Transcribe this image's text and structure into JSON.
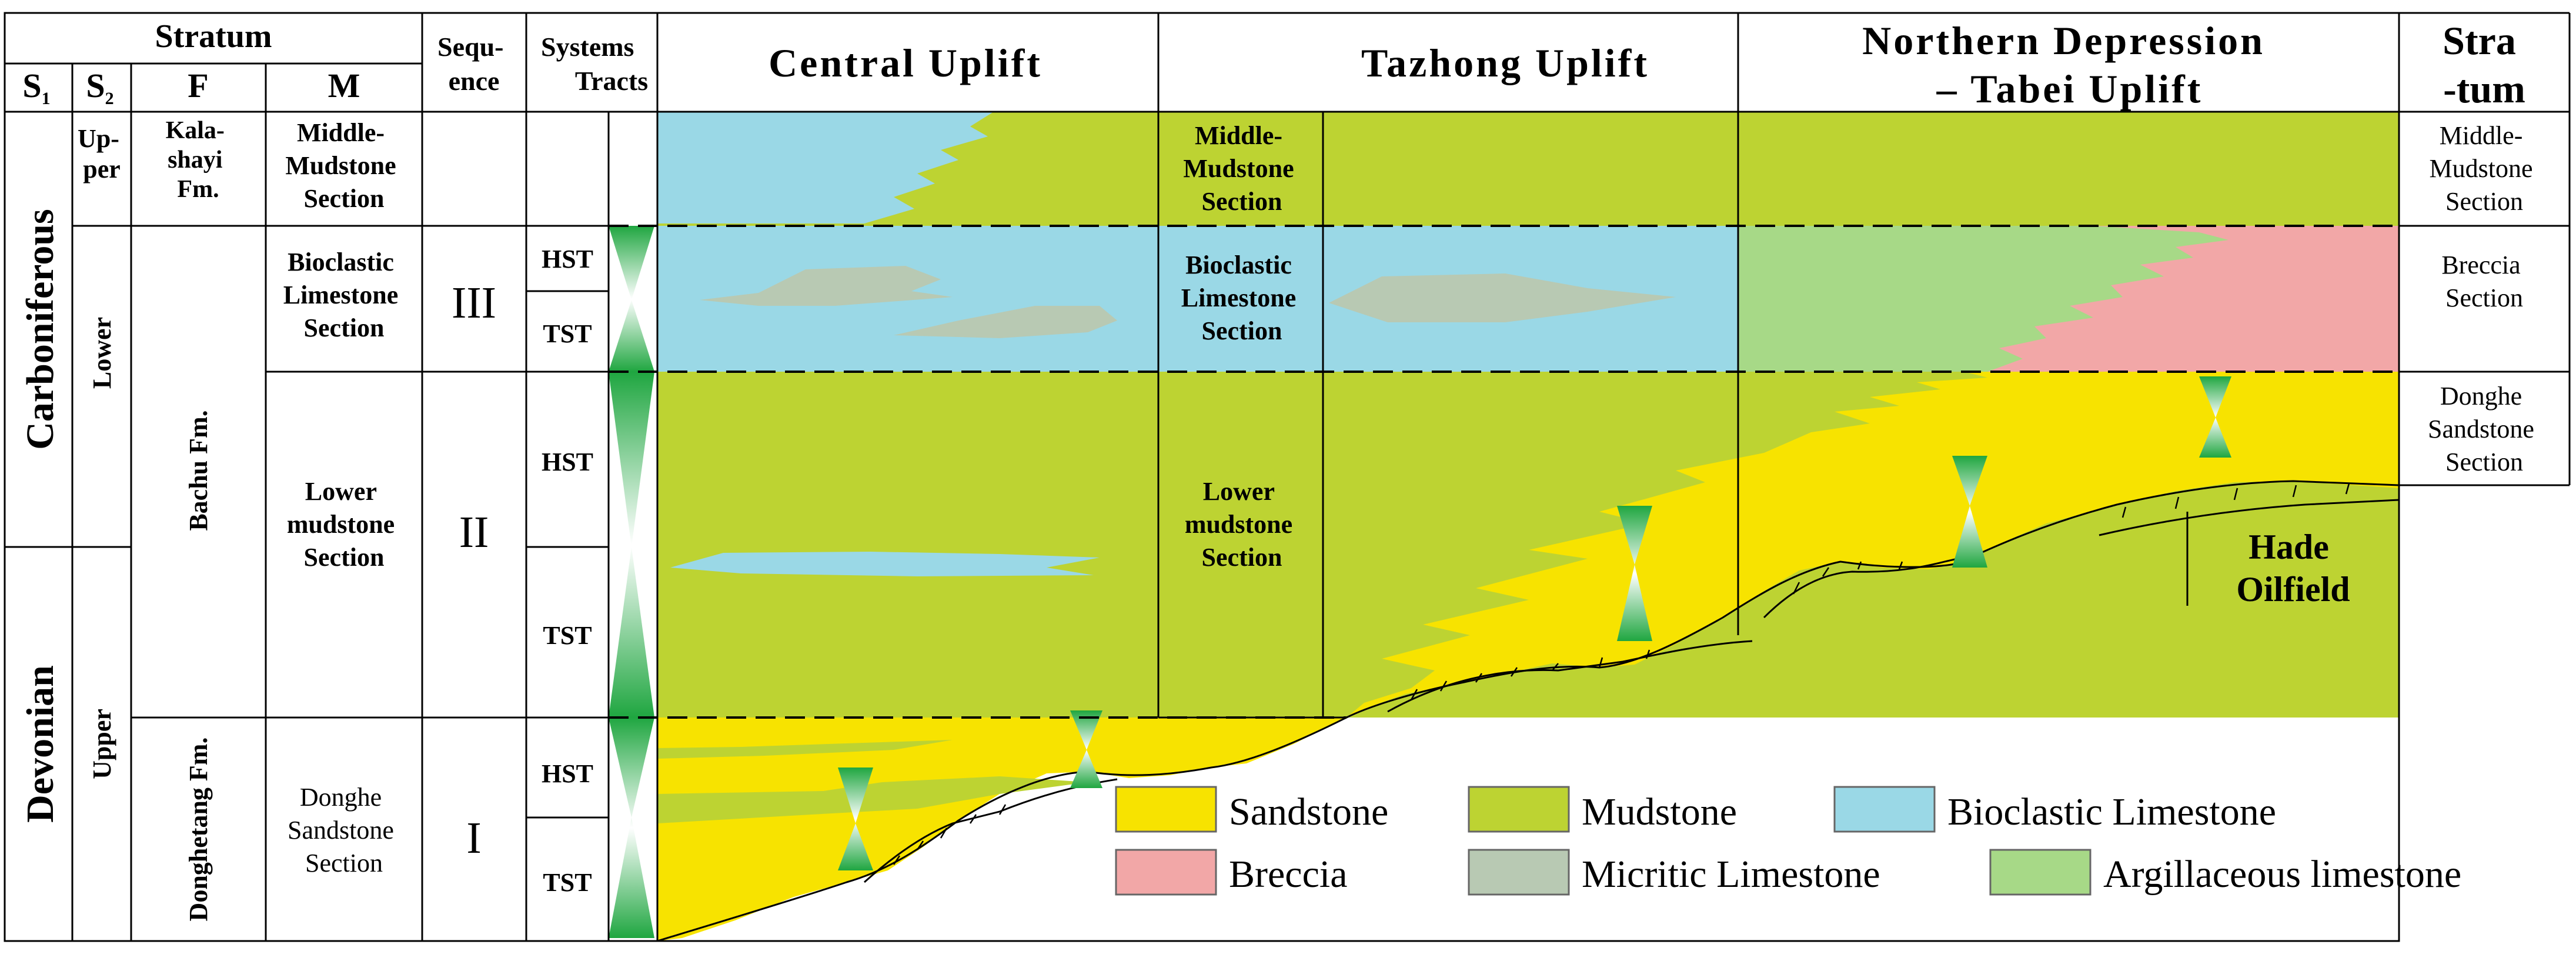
{
  "stratum_header": {
    "title": "Stratum",
    "s1": "S",
    "s1_sub": "1",
    "s2": "S",
    "s2_sub": "2",
    "f": "F",
    "m": "M"
  },
  "sequence_header": [
    "Sequ-",
    "ence"
  ],
  "systems_tracts_header": [
    "Systems",
    "Tracts"
  ],
  "regions": {
    "central": "Central  Uplift",
    "tazhong": "Tazhong  Uplift",
    "northern_line1": "Northern Depression",
    "northern_line2": "– Tabei Uplift",
    "stratum_right_line1": "Stra",
    "stratum_right_line2": "-tum"
  },
  "systems": {
    "carboniferous": "Carboniferous",
    "devonian": "Devonian"
  },
  "series": {
    "upper_top": [
      "Up-",
      "per"
    ],
    "lower": "Lower",
    "upper_bottom": "Upper"
  },
  "formations": {
    "kalashayi": [
      "Kala-",
      "shayi",
      "Fm."
    ],
    "bachu": "Bachu Fm.",
    "donghetang": "Donghetang Fm."
  },
  "members": {
    "middle_mudstone": [
      "Middle-",
      "Mudstone",
      "Section"
    ],
    "bioclastic": [
      "Bioclastic",
      "Limestone",
      "Section"
    ],
    "lower_mudstone": [
      "Lower",
      "mudstone",
      "Section"
    ],
    "donghe": [
      "Donghe",
      "Sandstone",
      "Section"
    ]
  },
  "sequences": [
    "III",
    "II",
    "I"
  ],
  "tracts": [
    "HST",
    "TST",
    "HST",
    "TST",
    "HST",
    "TST"
  ],
  "tazhong_labels": {
    "middle_mudstone": [
      "Middle-",
      "Mudstone",
      "Section"
    ],
    "bioclastic": [
      "Bioclastic",
      "Limestone",
      "Section"
    ],
    "lower_mudstone": [
      "Lower",
      "mudstone",
      "Section"
    ]
  },
  "right_stratum": {
    "middle_mudstone": [
      "Middle-",
      "Mudstone",
      "Section"
    ],
    "breccia": [
      "Breccia",
      "Section"
    ],
    "donghe": [
      "Donghe",
      "Sandstone",
      "Section"
    ]
  },
  "oilfield": [
    "Hade",
    "Oilfield"
  ],
  "legend": [
    {
      "label": "Sandstone",
      "color": "#f7e300"
    },
    {
      "label": "Mudstone",
      "color": "#bdd332"
    },
    {
      "label": "Bioclastic Limestone",
      "color": "#9ad8e6"
    },
    {
      "label": "Breccia",
      "color": "#f2a7a7"
    },
    {
      "label": "Micritic  Limestone",
      "color": "#b8c9b3"
    },
    {
      "label": "Argillaceous limestone",
      "color": "#a7d987"
    }
  ],
  "colors": {
    "sandstone": "#f7e300",
    "mudstone": "#bdd332",
    "bioclastic": "#9ad8e6",
    "breccia": "#f2a7a7",
    "micritic": "#b8c9b3",
    "argillaceous": "#a7d987",
    "cycle_green": "#1fa640"
  }
}
